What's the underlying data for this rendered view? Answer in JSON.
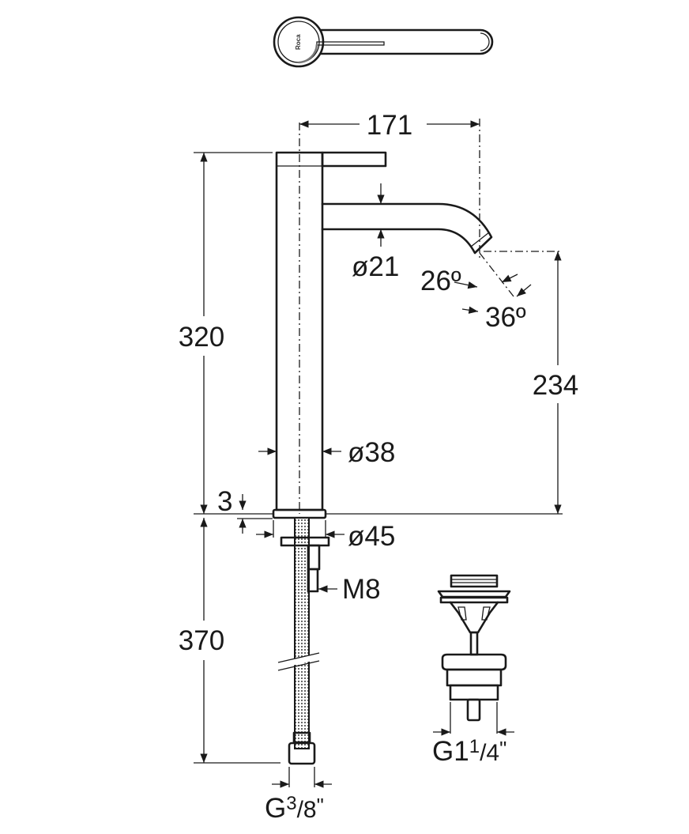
{
  "drawing": {
    "logo_text": "Roca",
    "dimensions": {
      "spout_reach": "171",
      "total_height": "320",
      "spout_height": "234",
      "spout_diameter": "ø21",
      "body_diameter": "ø38",
      "base_diameter": "ø45",
      "base_thickness": "3",
      "thread": "M8",
      "hose_length": "370",
      "angle_1": "26º",
      "angle_2": "36º",
      "hose_connection_prefix": "G",
      "hose_connection_fraction_num": "3",
      "hose_connection_fraction_den": "/8",
      "hose_connection_suffix": "\"",
      "waste_prefix": "G1",
      "waste_fraction_num": "1",
      "waste_fraction_den": "/4",
      "waste_suffix": "\""
    }
  }
}
